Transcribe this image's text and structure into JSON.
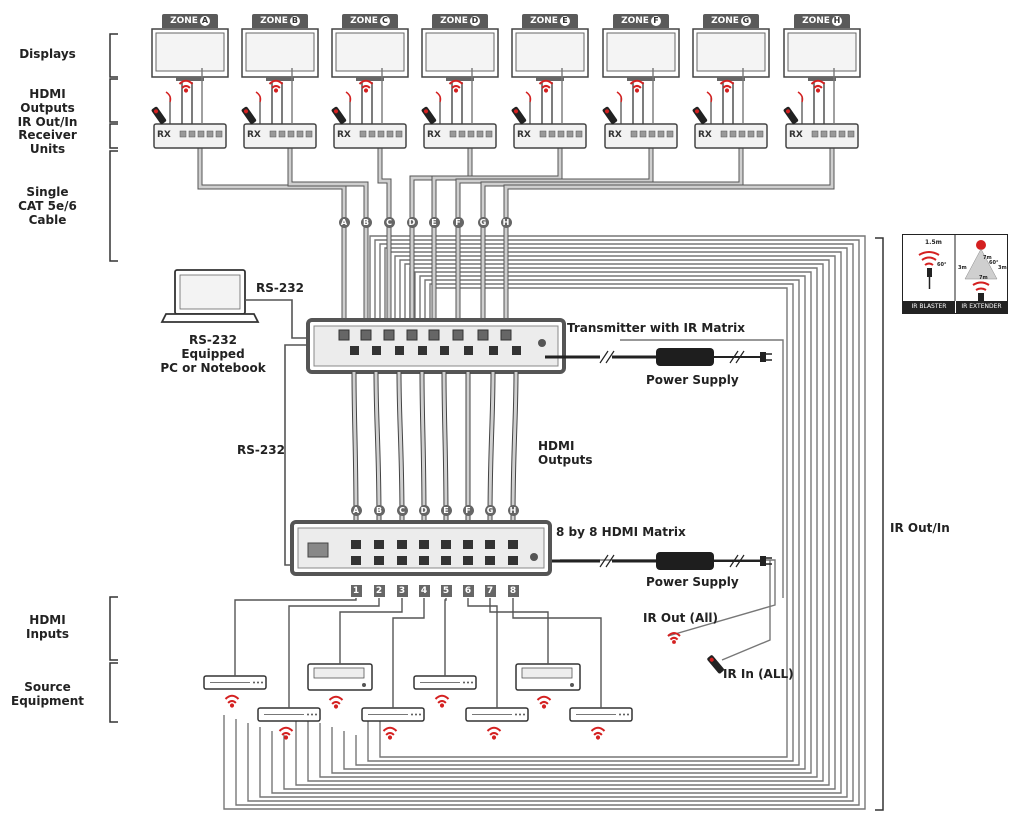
{
  "left_labels": {
    "displays": "Displays",
    "hdmi_outputs_ir": "HDMI Outputs\nIR Out/In",
    "receiver_units": "Receiver Units",
    "cable": "Single\nCAT 5e/6\nCable",
    "hdmi_inputs": "HDMI\nInputs",
    "source_equipment": "Source\nEquipment"
  },
  "zones": [
    {
      "prefix": "ZONE",
      "letter": "A"
    },
    {
      "prefix": "ZONE",
      "letter": "B"
    },
    {
      "prefix": "ZONE",
      "letter": "C"
    },
    {
      "prefix": "ZONE",
      "letter": "D"
    },
    {
      "prefix": "ZONE",
      "letter": "E"
    },
    {
      "prefix": "ZONE",
      "letter": "F"
    },
    {
      "prefix": "ZONE",
      "letter": "G"
    },
    {
      "prefix": "ZONE",
      "letter": "H"
    }
  ],
  "receiver_tag": "RX",
  "cable_letters": [
    "A",
    "B",
    "C",
    "D",
    "E",
    "F",
    "G",
    "H"
  ],
  "input_numbers": [
    "1",
    "2",
    "3",
    "4",
    "5",
    "6",
    "7",
    "8"
  ],
  "labels": {
    "rs232_top": "RS-232",
    "pc": "RS-232 Equipped\nPC or Notebook",
    "transmitter": "Transmitter with IR Matrix",
    "power_supply_1": "Power Supply",
    "hdmi_outputs": "HDMI\nOutputs",
    "rs232_mid": "RS-232",
    "matrix": "8 by 8 HDMI Matrix",
    "power_supply_2": "Power Supply",
    "ir_out_all": "IR Out (All)",
    "ir_in_all": "IR In (ALL)",
    "ir_out_in": "IR Out/In"
  },
  "legend": {
    "blaster_caption": "IR BLASTER",
    "extender_caption": "IR EXTENDER",
    "blaster_dist": "1.5m",
    "blaster_angle": "60°",
    "ext_top": "7m",
    "ext_left": "3m",
    "ext_right": "3m",
    "ext_angle": "60°",
    "ext_bottom": "7m"
  },
  "colors": {
    "line": "#333333",
    "cable_fill": "#c8c8c8",
    "ir_red": "#d42020",
    "badge": "#666666"
  }
}
